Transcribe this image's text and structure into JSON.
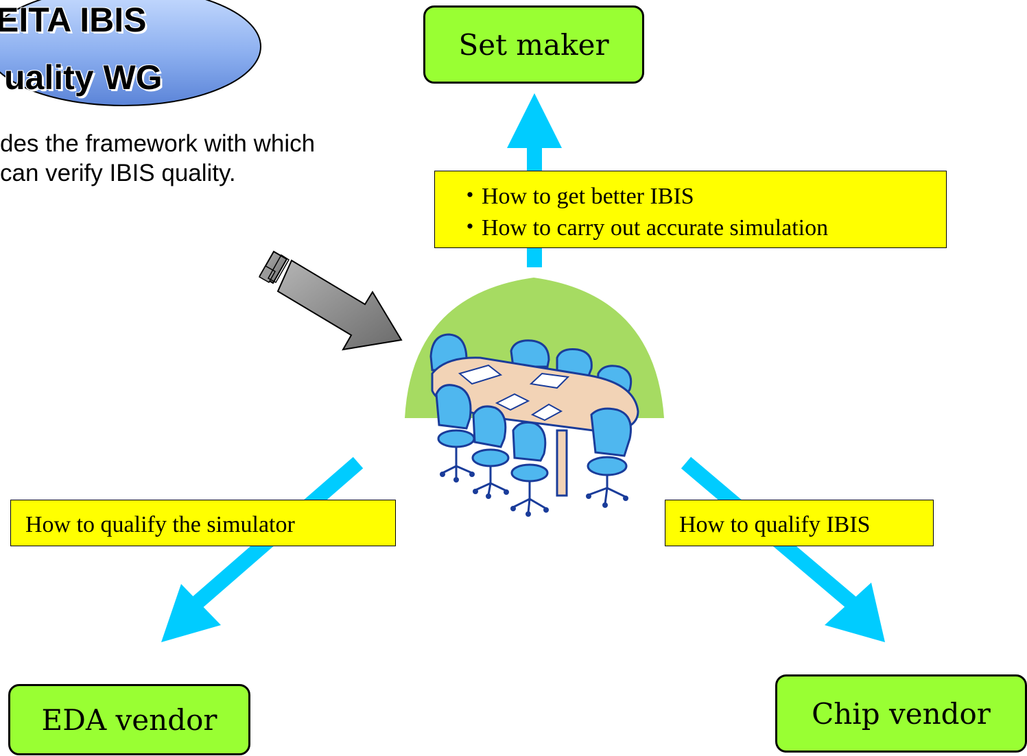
{
  "wg_badge": {
    "line1": "EITA IBIS",
    "line2": "uality WG"
  },
  "description": {
    "line1": "des the framework with which",
    "line2": "can verify IBIS quality."
  },
  "nodes": {
    "set_maker": "Set maker",
    "eda_vendor": "EDA vendor",
    "chip_vendor": "Chip vendor"
  },
  "labels": {
    "set_maker_line1": "・How to get better IBIS",
    "set_maker_line2": "・How to carry out accurate simulation",
    "eda_vendor": "How to qualify the simulator",
    "chip_vendor": "How to qualify IBIS"
  },
  "colors": {
    "node_fill": "#99ff33",
    "label_fill": "#ffff00",
    "flow_arrow": "#00ccff",
    "badge_fill": "#6699ee",
    "meeting_backdrop": "#99dd55",
    "input_arrow": "#808080"
  },
  "icons": {
    "meeting": "meeting-table-icon",
    "input_arrow": "input-arrow-icon"
  }
}
